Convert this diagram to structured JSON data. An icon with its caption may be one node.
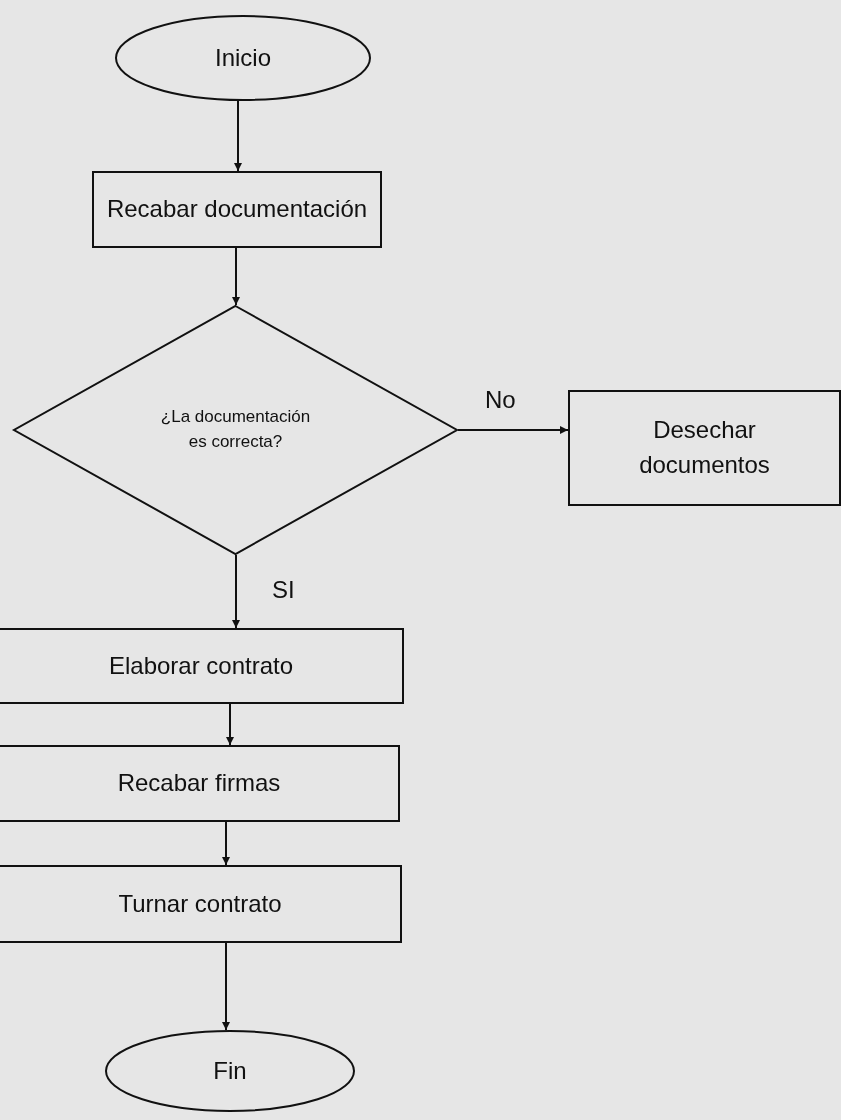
{
  "diagram": {
    "nodes": [
      {
        "text": [
          "Inicio"
        ]
      },
      {
        "text": [
          "Recabar documentación"
        ]
      },
      {
        "text": [
          "¿La documentación es correcta?"
        ]
      },
      {
        "text": [
          "Desechar documentos"
        ]
      },
      {
        "text": [
          "Elaborar contrato"
        ]
      },
      {
        "text": [
          "Recabar firmas"
        ]
      },
      {
        "text": [
          "Turnar contrato"
        ]
      },
      {
        "text": [
          "Fin"
        ]
      }
    ],
    "edges": [
      {
        "from": 0,
        "to": 1,
        "arrow": "to"
      },
      {
        "from": 1,
        "to": 2,
        "arrow": "to"
      },
      {
        "from": 2,
        "to": 3,
        "arrow": "to",
        "label": "No"
      },
      {
        "from": 2,
        "to": 4,
        "arrow": "to",
        "label": "SI"
      },
      {
        "from": 4,
        "to": 5,
        "arrow": "to"
      },
      {
        "from": 5,
        "to": 6,
        "arrow": "to"
      },
      {
        "from": 6,
        "to": 7,
        "arrow": "to"
      }
    ]
  }
}
